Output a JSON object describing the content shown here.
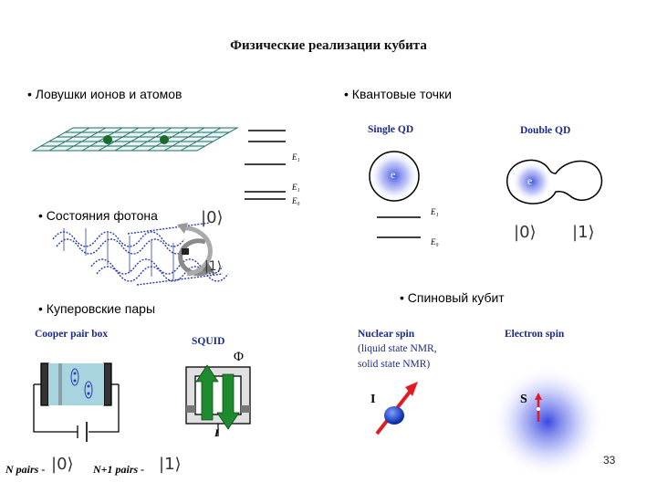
{
  "title": "Физические реализации кубита",
  "bullets": {
    "traps": "• Ловушки ионов и атомов",
    "qdots": "• Квантовые точки",
    "photon": "• Состояния фотона",
    "cooper": "• Куперовские пары",
    "spin": "• Спиновый кубит"
  },
  "energy_levels": {
    "traps_e1_upper": "E₁",
    "traps_e1": "E₁",
    "traps_e0": "E₀",
    "qd_e1": "E₁",
    "qd_e0": "E₀"
  },
  "qdots": {
    "single_label": "Single QD",
    "double_label": "Double QD",
    "electron_symbol": "e",
    "ket0": "|0⟩",
    "ket1": "|1⟩"
  },
  "photon": {
    "ket0": "|0⟩",
    "ket1": "|1⟩"
  },
  "cooper": {
    "box_label": "Cooper pair box",
    "squid_label": "SQUID",
    "flux_symbol": "Φ",
    "current_symbol": "I",
    "n_pairs": "N pairs -",
    "n1_pairs": "N+1 pairs -",
    "ket0": "|0⟩",
    "ket1": "|1⟩"
  },
  "spin": {
    "nuclear_label": "Nuclear spin",
    "nuclear_sub1": "(liquid state NMR,",
    "nuclear_sub2": "solid state NMR)",
    "nuclear_symbol": "I",
    "electron_label": "Electron spin",
    "electron_symbol": "S"
  },
  "page_number": "33",
  "colors": {
    "title": "#111111",
    "label_blue": "#1a2a8a",
    "lattice": "#1f6f6a",
    "atom": "#1d6b2a",
    "wave": "#2a3fb0",
    "spin_arrow": "#e01b24",
    "squid_arrow": "#1e8a2e",
    "glow": "#3b4fe0"
  }
}
